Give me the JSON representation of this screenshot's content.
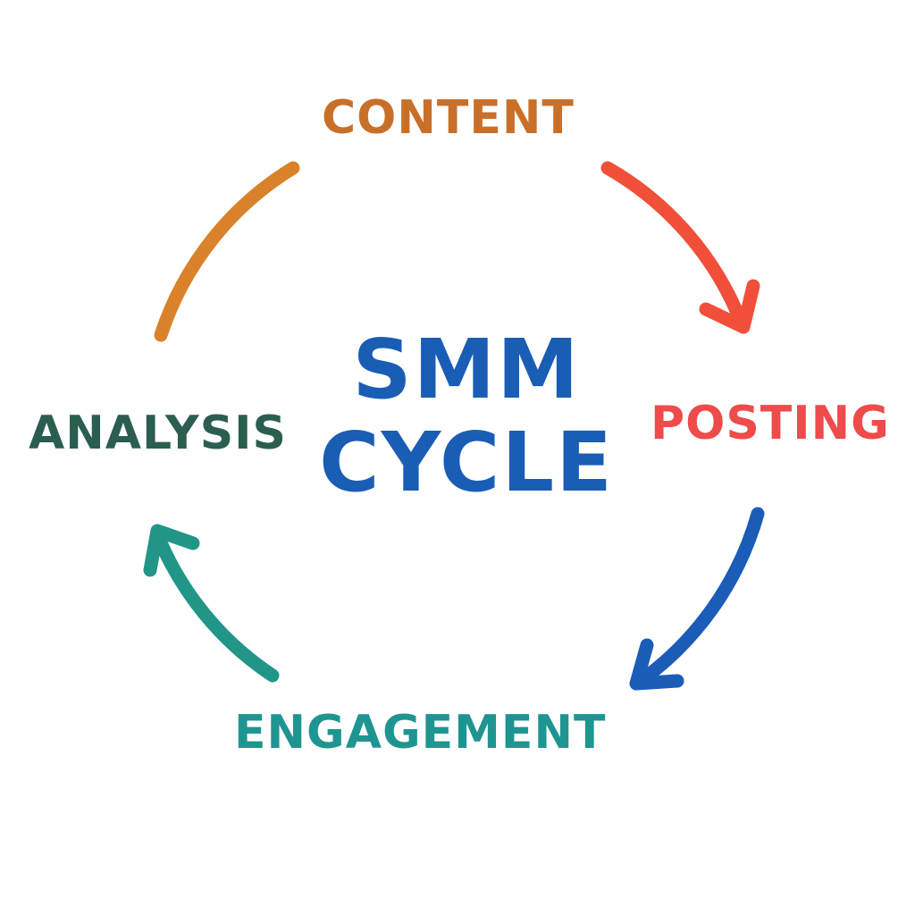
{
  "title": {
    "line1": "SMM",
    "line2": "CYCLE"
  },
  "stages": [
    {
      "label": "CONTENT",
      "color": "#C8702A",
      "arc_color": "#D9822B"
    },
    {
      "label": "POSTING",
      "color": "#EE4B4B",
      "arc_color": "#F0503A"
    },
    {
      "label": "ENGAGEMENT",
      "color": "#1E9590",
      "arc_color": "#219688"
    },
    {
      "label": "ANALYSIS",
      "color": "#2B5E50"
    }
  ],
  "accent": "#1A5DB5"
}
